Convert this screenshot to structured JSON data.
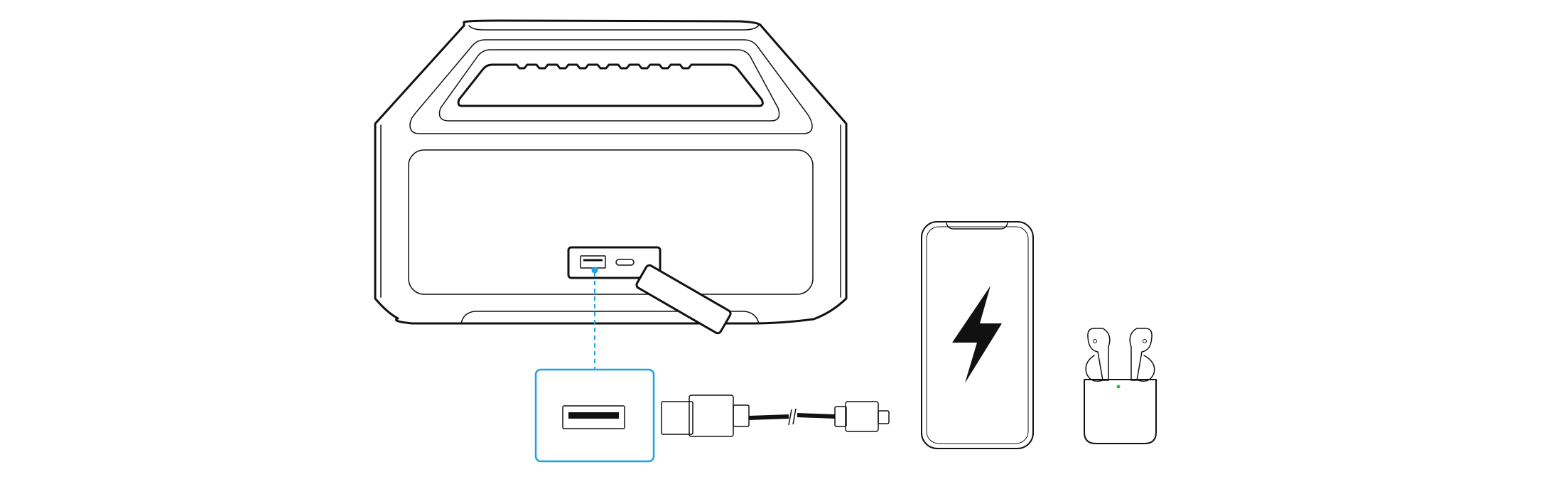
{
  "figure": {
    "description_items": [
      "speaker",
      "usb-a-port",
      "usb-c-port",
      "port-cover",
      "usb-port-detail",
      "usb-a-to-usb-c-cable",
      "phone",
      "earbuds-case"
    ],
    "colors": {
      "line": "#111111",
      "highlight": "#1aa3e0",
      "indicator": "#2db84d"
    }
  }
}
